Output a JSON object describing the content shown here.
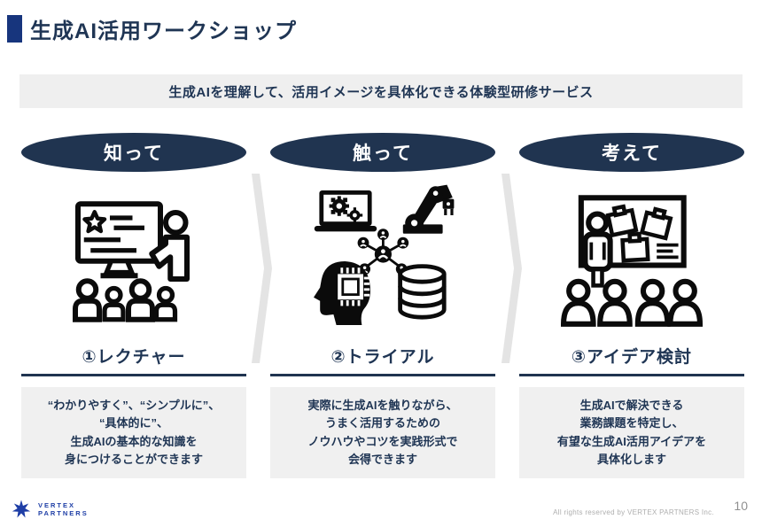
{
  "slide": {
    "title": "生成AI活用ワークショップ",
    "banner": "生成AIを理解して、活用イメージを具体化できる体験型研修サービス",
    "columns": [
      {
        "header": "知って",
        "icon": "lecture-screen-audience-icon",
        "step_label": "①レクチャー",
        "description": [
          "“わかりやすく”、“シンプルに”、",
          "“具体的に”、",
          "生成AIの基本的な知識を",
          "身につけることができます"
        ]
      },
      {
        "header": "触って",
        "icon": "ai-tools-trial-icon",
        "step_label": "②トライアル",
        "description": [
          "実際に生成AIを触りながら、",
          "うまく活用するための",
          "ノウハウやコツを実践形式で",
          "会得できます"
        ]
      },
      {
        "header": "考えて",
        "icon": "idea-board-discussion-icon",
        "step_label": "③アイデア検討",
        "description": [
          "生成AIで解決できる",
          "業務課題を特定し、",
          "有望な生成AI活用アイデアを",
          "具体化します"
        ]
      }
    ],
    "footer": {
      "logo_line1": "VERTEX",
      "logo_line2": "PARTNERS",
      "copyright": "All rights reserved by VERTEX PARTNERS Inc.",
      "page_number": "10"
    },
    "colors": {
      "navy_dark": "#203450",
      "text_navy": "#1f3554",
      "title_accent_blue": "#17357d",
      "banner_bg": "#efefef",
      "desc_box_bg": "#f0f0f0",
      "chevron_gray": "#e4e4e4",
      "logo_blue": "#1e3ea6",
      "footer_gray": "#aeaeae"
    }
  }
}
